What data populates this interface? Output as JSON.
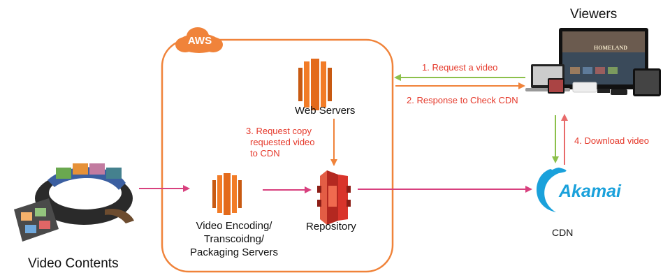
{
  "badge": "AWS",
  "nodes": {
    "viewers": "Viewers",
    "web_servers": "Web Servers",
    "video_encoding": [
      "Video Encoding/",
      "Transcoidng/",
      "Packaging Servers"
    ],
    "repository": "Repository",
    "video_contents": "Video Contents",
    "cdn": "CDN",
    "akamai_logo": "Akamai",
    "tv_screen": "HOMELAND"
  },
  "steps": {
    "s1": "1. Request a video",
    "s2": "2. Response to Check CDN",
    "s3": [
      "3. Request copy",
      "requested video",
      "to CDN"
    ],
    "s4": "4. Download video"
  },
  "colors": {
    "aws_orange": "#f0833a",
    "label_red": "#e5392b",
    "ec2_orange": "#f27c27",
    "s3_red": "#d9342b",
    "arrow_pink": "#d8407e",
    "arrow_green": "#8cc04b",
    "akamai_blue": "#1aa1db"
  }
}
